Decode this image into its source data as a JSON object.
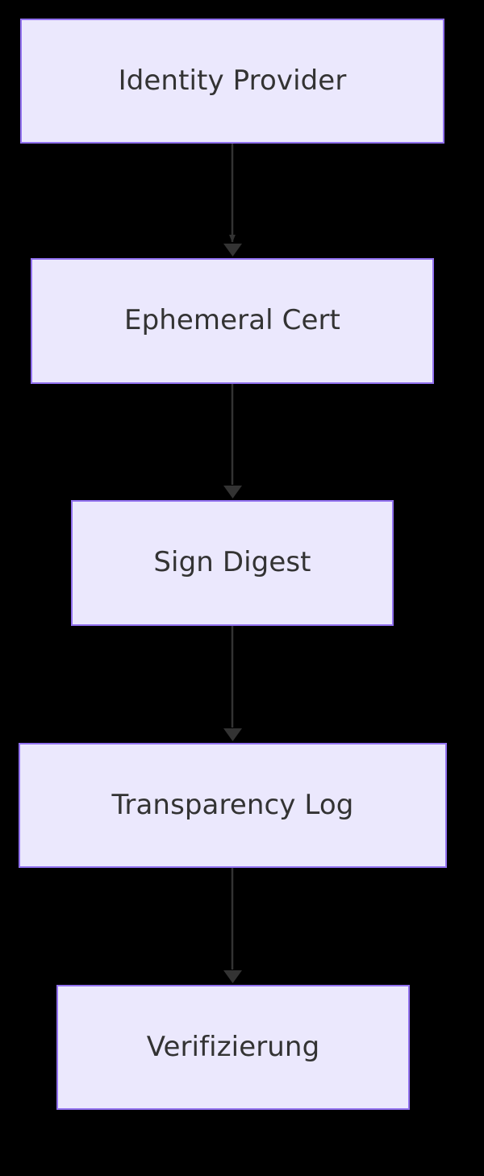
{
  "diagram": {
    "type": "flowchart",
    "direction": "top-to-bottom",
    "background_color": "#000000",
    "node_fill_color": "#ebe8fd",
    "node_border_color": "#9171ef",
    "node_text_color": "#333333",
    "edge_color": "#333333",
    "nodes": [
      {
        "id": "idp",
        "label": "Identity Provider"
      },
      {
        "id": "cert",
        "label": "Ephemeral Cert"
      },
      {
        "id": "sign",
        "label": "Sign Digest"
      },
      {
        "id": "log",
        "label": "Transparency Log"
      },
      {
        "id": "verify",
        "label": "Verifizierung"
      }
    ],
    "edges": [
      {
        "from": "idp",
        "to": "cert",
        "label": ""
      },
      {
        "from": "cert",
        "to": "sign",
        "label": ""
      },
      {
        "from": "sign",
        "to": "log",
        "label": ""
      },
      {
        "from": "log",
        "to": "verify",
        "label": ""
      }
    ]
  }
}
